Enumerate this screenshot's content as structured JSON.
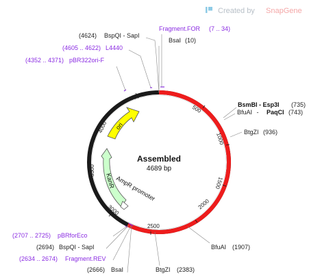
{
  "watermark": {
    "prefix": "Created by",
    "brand": "SnapGene"
  },
  "plasmid": {
    "name": "Assembled",
    "size_label": "4689 bp"
  },
  "ticks": [
    "500",
    "1000",
    "1500",
    "2000",
    "2500",
    "3000",
    "3500",
    "4000",
    "4500"
  ],
  "features": [
    {
      "name": "ori",
      "color": "#ffff00"
    },
    {
      "name": "KanR",
      "color": "#ccffcc"
    },
    {
      "name": "AmpR promoter",
      "color": "#ffffff"
    }
  ],
  "sites": {
    "bspqi_top": {
      "pos": "(4624)",
      "name": "BspQI - SapI"
    },
    "fragment_for": {
      "name": "Fragment.FOR",
      "range": "(7 .. 34)"
    },
    "bsai_top": {
      "name": "BsaI",
      "pos": "(10)"
    },
    "l4440": {
      "range": "(4605 .. 4622)",
      "name": "L4440"
    },
    "pbr322": {
      "range": "(4352 .. 4371)",
      "name": "pBR322ori-F"
    },
    "bsmbi": {
      "name": "BsmBI - Esp3I",
      "pos": "(735)"
    },
    "bfuai_right": {
      "name1": "BfuAI",
      "sep": " - ",
      "name2": "PaqCI",
      "pos": "(743)"
    },
    "btgzi_right": {
      "name": "BtgZI",
      "pos": "(936)"
    },
    "bfuai_bottom": {
      "name": "BfuAI",
      "pos": "(1907)"
    },
    "btgzi_bottom": {
      "name": "BtgZI",
      "pos": "(2383)"
    },
    "bsai_bottom": {
      "pos": "(2666)",
      "name": "BsaI"
    },
    "fragment_rev": {
      "range": "(2634 .. 2674)",
      "name": "Fragment.REV"
    },
    "bspqi_bottom": {
      "pos": "(2694)",
      "name": "BspQI - SapI"
    },
    "pbrforeco": {
      "range": "(2707 .. 2725)",
      "name": "pBRforEco"
    }
  },
  "colors": {
    "insert": "#ee1c1c",
    "backbone": "#1a1a1a",
    "primer": "#8a2be2"
  }
}
